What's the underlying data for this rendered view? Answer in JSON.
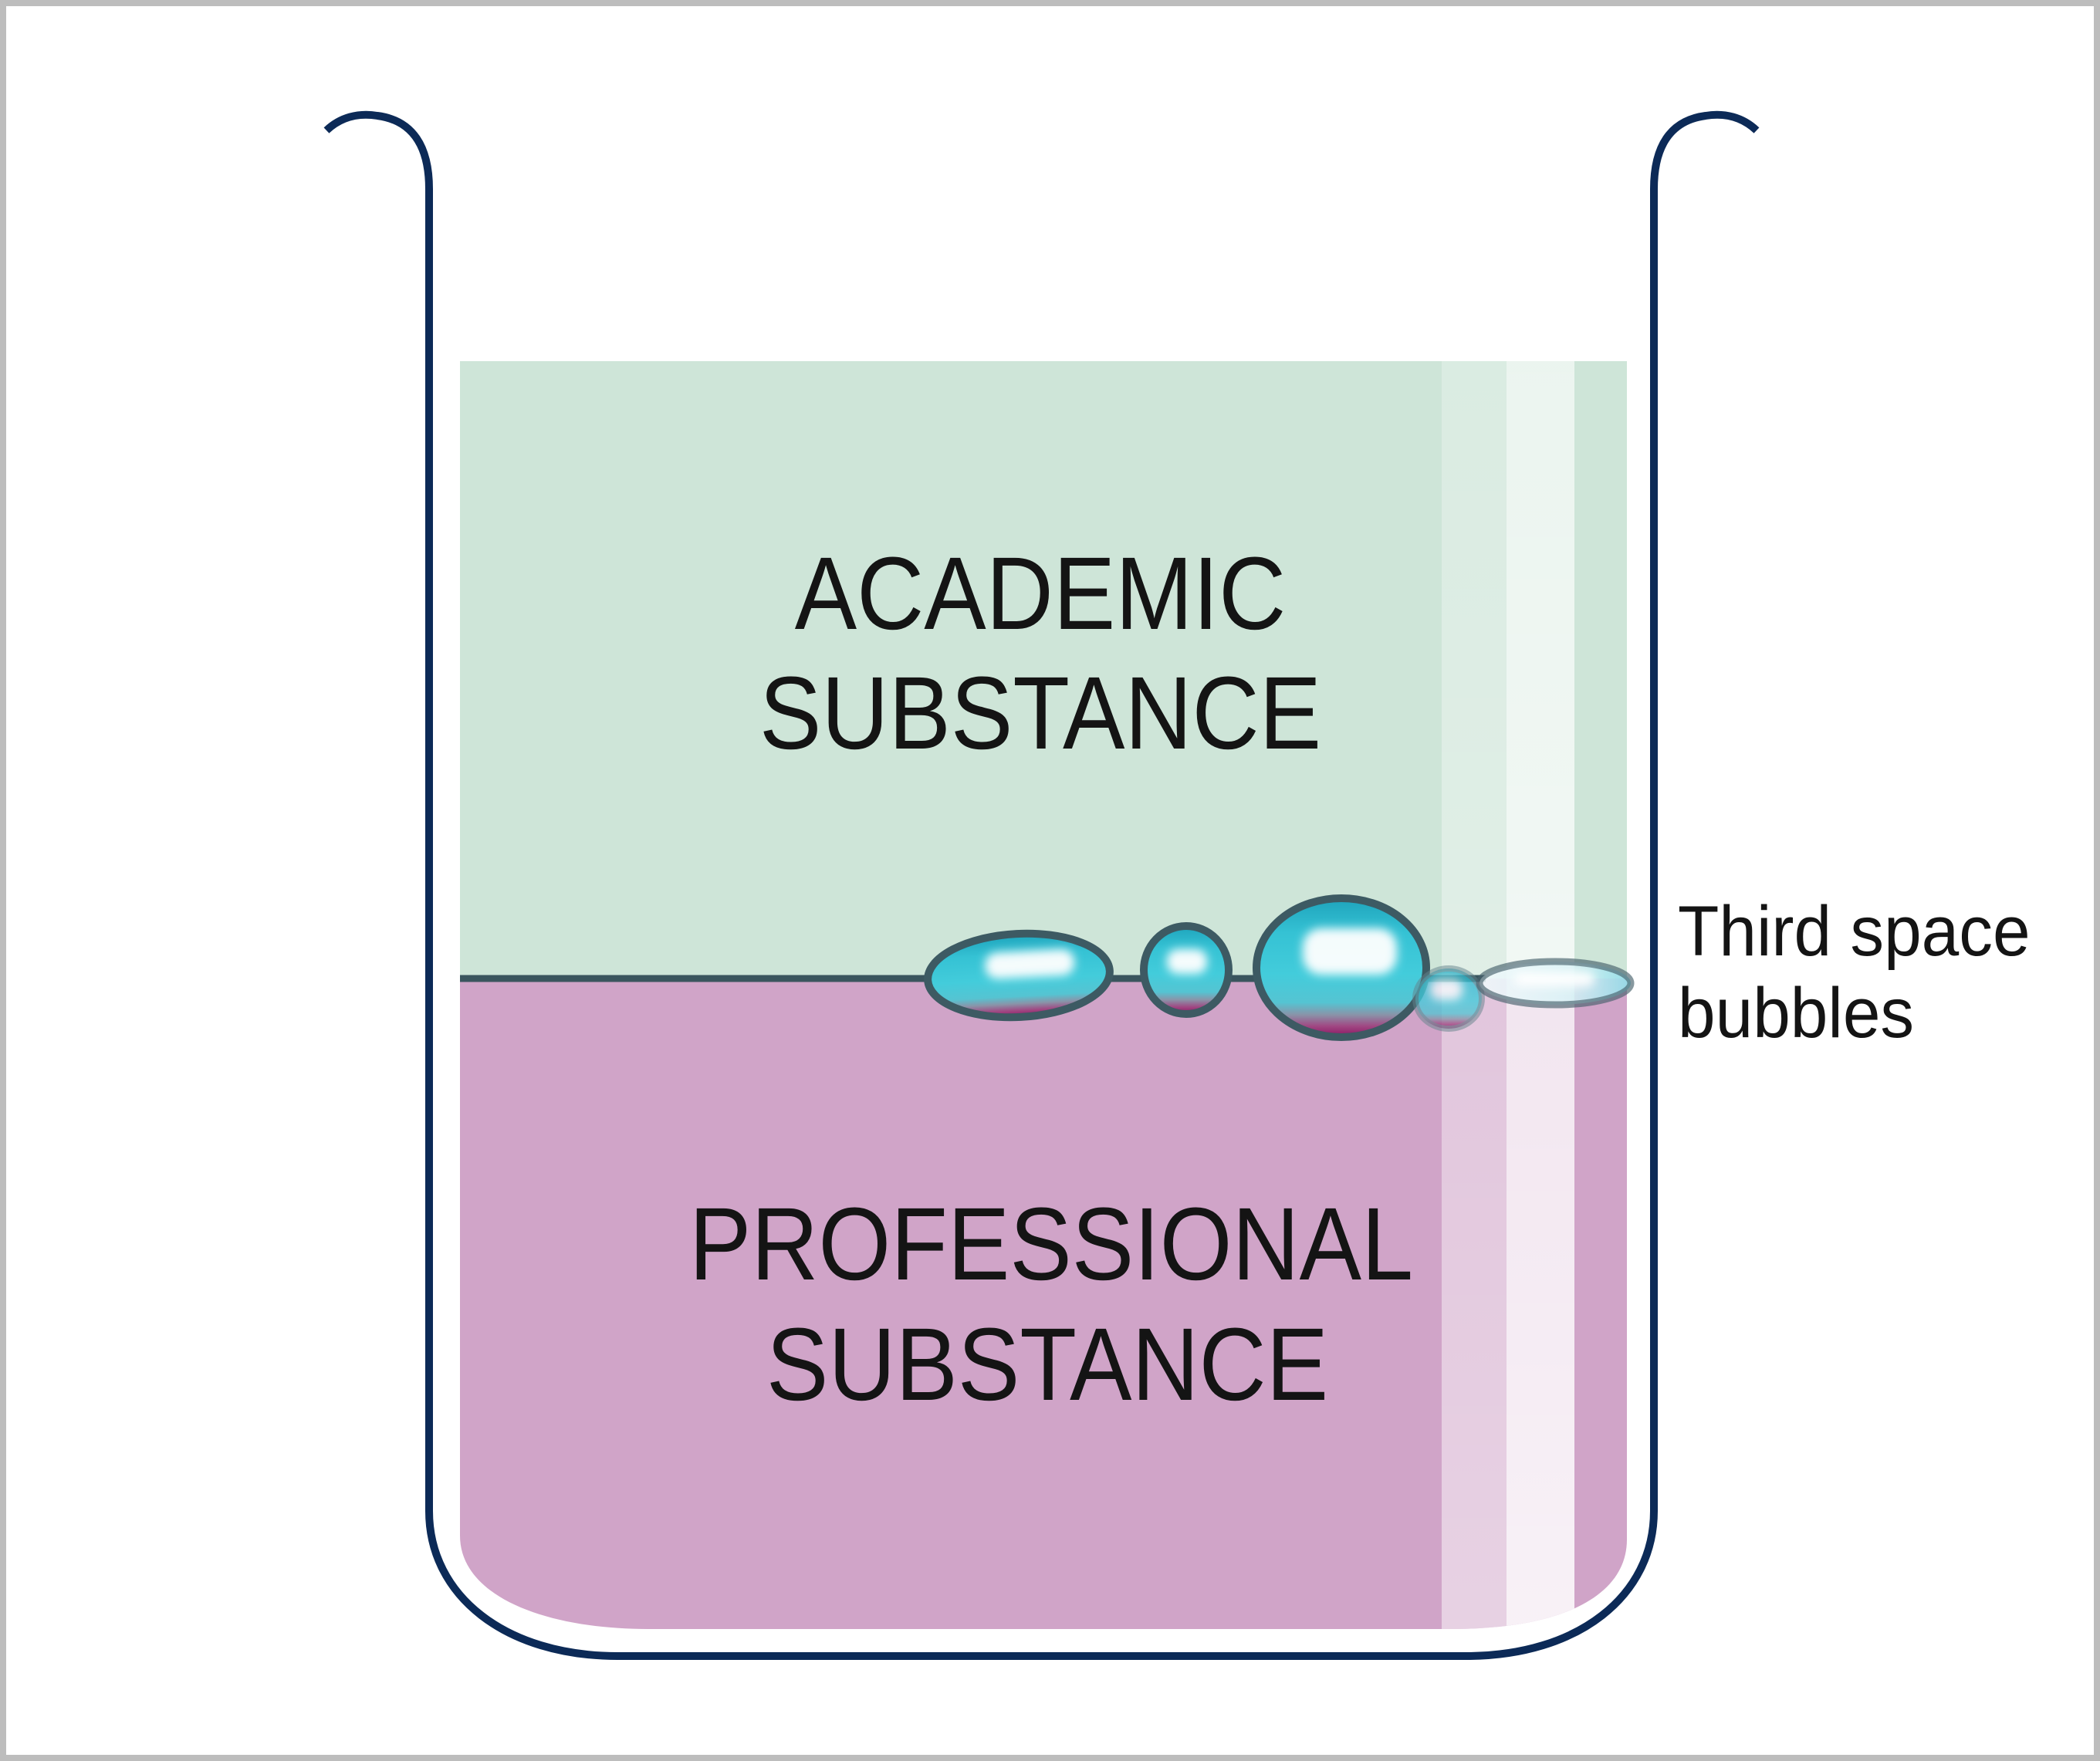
{
  "title": "Beaker diagram: academic and professional substances with third space bubbles",
  "colors": {
    "frame": "#bdbdbd",
    "background": "#ffffff",
    "beaker_outline": "#0c2a57",
    "academic_layer": "#cee5d8",
    "professional_layer": "#d0a4c8",
    "interface_line": "#3a555e",
    "bubble_outline": "#3d5a63",
    "bubble_teal": "#3cc8da",
    "bubble_teal_deep": "#1ea4bc",
    "bubble_magenta": "#8c1261",
    "highlight": "#ffffff",
    "label_text": "#141414"
  },
  "beaker": {
    "academic_layer": {
      "line1": "ACADEMIC",
      "line2": "SUBSTANCE"
    },
    "professional_layer": {
      "line1": "PROFESSIONAL",
      "line2": "SUBSTANCE"
    }
  },
  "annotation": {
    "line1": "Third space",
    "line2": "bubbles"
  }
}
